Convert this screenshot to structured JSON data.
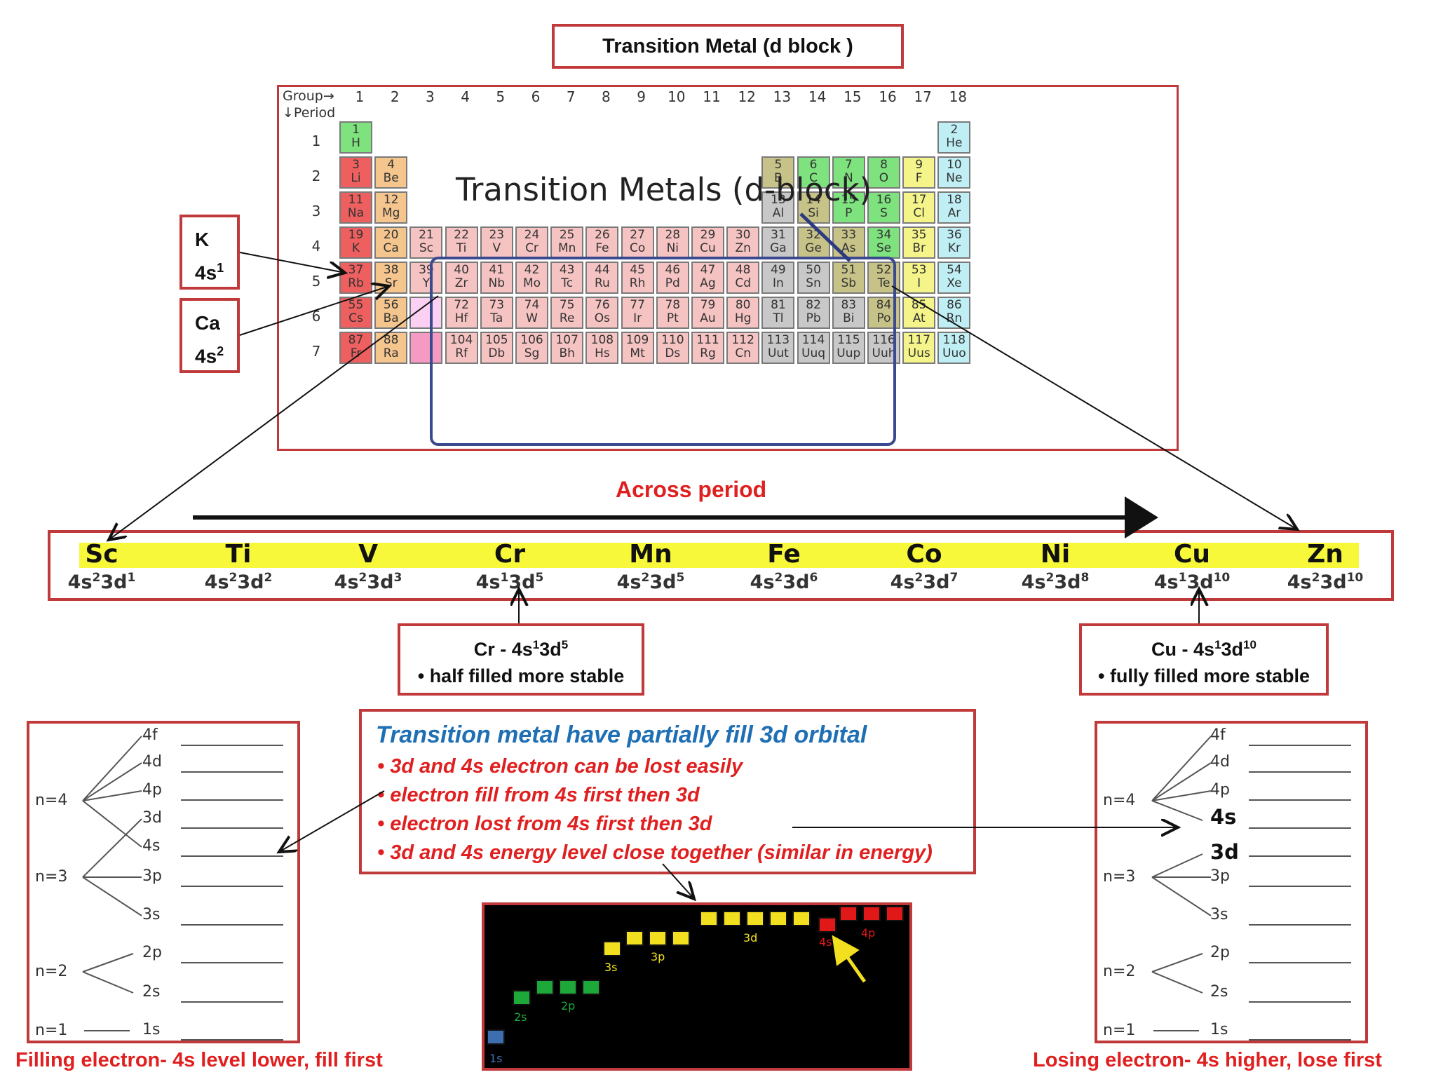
{
  "title": "Transition Metal (d block )",
  "periodic_table": {
    "group_label": "Group→",
    "period_label": "↓Period",
    "groups": [
      "1",
      "2",
      "3",
      "4",
      "5",
      "6",
      "7",
      "8",
      "9",
      "10",
      "11",
      "12",
      "13",
      "14",
      "15",
      "16",
      "17",
      "18"
    ],
    "periods": [
      "1",
      "2",
      "3",
      "4",
      "5",
      "6",
      "7"
    ],
    "overlay_label": "Transition Metals (d-block)",
    "colors": {
      "alkali": "#ee5f5f",
      "alkaline": "#f5c58e",
      "transition": "#f6c3c3",
      "lanthanide": "#fbd0f2",
      "actinide": "#f59ac3",
      "poor": "#c8c8c8",
      "metalloid": "#c7c287",
      "nonmetal": "#7ee27e",
      "halogen": "#f4f48a",
      "noble": "#bfeff5"
    },
    "elements": [
      {
        "n": "1",
        "s": "H",
        "g": 1,
        "p": 1,
        "c": "nonmetal"
      },
      {
        "n": "2",
        "s": "He",
        "g": 18,
        "p": 1,
        "c": "noble"
      },
      {
        "n": "3",
        "s": "Li",
        "g": 1,
        "p": 2,
        "c": "alkali"
      },
      {
        "n": "4",
        "s": "Be",
        "g": 2,
        "p": 2,
        "c": "alkaline"
      },
      {
        "n": "5",
        "s": "B",
        "g": 13,
        "p": 2,
        "c": "metalloid"
      },
      {
        "n": "6",
        "s": "C",
        "g": 14,
        "p": 2,
        "c": "nonmetal"
      },
      {
        "n": "7",
        "s": "N",
        "g": 15,
        "p": 2,
        "c": "nonmetal"
      },
      {
        "n": "8",
        "s": "O",
        "g": 16,
        "p": 2,
        "c": "nonmetal"
      },
      {
        "n": "9",
        "s": "F",
        "g": 17,
        "p": 2,
        "c": "halogen"
      },
      {
        "n": "10",
        "s": "Ne",
        "g": 18,
        "p": 2,
        "c": "noble"
      },
      {
        "n": "11",
        "s": "Na",
        "g": 1,
        "p": 3,
        "c": "alkali"
      },
      {
        "n": "12",
        "s": "Mg",
        "g": 2,
        "p": 3,
        "c": "alkaline"
      },
      {
        "n": "13",
        "s": "Al",
        "g": 13,
        "p": 3,
        "c": "poor"
      },
      {
        "n": "14",
        "s": "Si",
        "g": 14,
        "p": 3,
        "c": "metalloid"
      },
      {
        "n": "15",
        "s": "P",
        "g": 15,
        "p": 3,
        "c": "nonmetal"
      },
      {
        "n": "16",
        "s": "S",
        "g": 16,
        "p": 3,
        "c": "nonmetal"
      },
      {
        "n": "17",
        "s": "Cl",
        "g": 17,
        "p": 3,
        "c": "halogen"
      },
      {
        "n": "18",
        "s": "Ar",
        "g": 18,
        "p": 3,
        "c": "noble"
      },
      {
        "n": "19",
        "s": "K",
        "g": 1,
        "p": 4,
        "c": "alkali"
      },
      {
        "n": "20",
        "s": "Ca",
        "g": 2,
        "p": 4,
        "c": "alkaline"
      },
      {
        "n": "21",
        "s": "Sc",
        "g": 3,
        "p": 4,
        "c": "transition"
      },
      {
        "n": "22",
        "s": "Ti",
        "g": 4,
        "p": 4,
        "c": "transition"
      },
      {
        "n": "23",
        "s": "V",
        "g": 5,
        "p": 4,
        "c": "transition"
      },
      {
        "n": "24",
        "s": "Cr",
        "g": 6,
        "p": 4,
        "c": "transition"
      },
      {
        "n": "25",
        "s": "Mn",
        "g": 7,
        "p": 4,
        "c": "transition"
      },
      {
        "n": "26",
        "s": "Fe",
        "g": 8,
        "p": 4,
        "c": "transition"
      },
      {
        "n": "27",
        "s": "Co",
        "g": 9,
        "p": 4,
        "c": "transition"
      },
      {
        "n": "28",
        "s": "Ni",
        "g": 10,
        "p": 4,
        "c": "transition"
      },
      {
        "n": "29",
        "s": "Cu",
        "g": 11,
        "p": 4,
        "c": "transition"
      },
      {
        "n": "30",
        "s": "Zn",
        "g": 12,
        "p": 4,
        "c": "transition"
      },
      {
        "n": "31",
        "s": "Ga",
        "g": 13,
        "p": 4,
        "c": "poor"
      },
      {
        "n": "32",
        "s": "Ge",
        "g": 14,
        "p": 4,
        "c": "metalloid"
      },
      {
        "n": "33",
        "s": "As",
        "g": 15,
        "p": 4,
        "c": "metalloid"
      },
      {
        "n": "34",
        "s": "Se",
        "g": 16,
        "p": 4,
        "c": "nonmetal"
      },
      {
        "n": "35",
        "s": "Br",
        "g": 17,
        "p": 4,
        "c": "halogen"
      },
      {
        "n": "36",
        "s": "Kr",
        "g": 18,
        "p": 4,
        "c": "noble"
      },
      {
        "n": "37",
        "s": "Rb",
        "g": 1,
        "p": 5,
        "c": "alkali"
      },
      {
        "n": "38",
        "s": "Sr",
        "g": 2,
        "p": 5,
        "c": "alkaline"
      },
      {
        "n": "39",
        "s": "Y",
        "g": 3,
        "p": 5,
        "c": "transition"
      },
      {
        "n": "40",
        "s": "Zr",
        "g": 4,
        "p": 5,
        "c": "transition"
      },
      {
        "n": "41",
        "s": "Nb",
        "g": 5,
        "p": 5,
        "c": "transition"
      },
      {
        "n": "42",
        "s": "Mo",
        "g": 6,
        "p": 5,
        "c": "transition"
      },
      {
        "n": "43",
        "s": "Tc",
        "g": 7,
        "p": 5,
        "c": "transition"
      },
      {
        "n": "44",
        "s": "Ru",
        "g": 8,
        "p": 5,
        "c": "transition"
      },
      {
        "n": "45",
        "s": "Rh",
        "g": 9,
        "p": 5,
        "c": "transition"
      },
      {
        "n": "46",
        "s": "Pd",
        "g": 10,
        "p": 5,
        "c": "transition"
      },
      {
        "n": "47",
        "s": "Ag",
        "g": 11,
        "p": 5,
        "c": "transition"
      },
      {
        "n": "48",
        "s": "Cd",
        "g": 12,
        "p": 5,
        "c": "transition"
      },
      {
        "n": "49",
        "s": "In",
        "g": 13,
        "p": 5,
        "c": "poor"
      },
      {
        "n": "50",
        "s": "Sn",
        "g": 14,
        "p": 5,
        "c": "poor"
      },
      {
        "n": "51",
        "s": "Sb",
        "g": 15,
        "p": 5,
        "c": "metalloid"
      },
      {
        "n": "52",
        "s": "Te",
        "g": 16,
        "p": 5,
        "c": "metalloid"
      },
      {
        "n": "53",
        "s": "I",
        "g": 17,
        "p": 5,
        "c": "halogen"
      },
      {
        "n": "54",
        "s": "Xe",
        "g": 18,
        "p": 5,
        "c": "noble"
      },
      {
        "n": "55",
        "s": "Cs",
        "g": 1,
        "p": 6,
        "c": "alkali"
      },
      {
        "n": "56",
        "s": "Ba",
        "g": 2,
        "p": 6,
        "c": "alkaline"
      },
      {
        "n": "",
        "s": "",
        "g": 3,
        "p": 6,
        "c": "lanthanide"
      },
      {
        "n": "72",
        "s": "Hf",
        "g": 4,
        "p": 6,
        "c": "transition"
      },
      {
        "n": "73",
        "s": "Ta",
        "g": 5,
        "p": 6,
        "c": "transition"
      },
      {
        "n": "74",
        "s": "W",
        "g": 6,
        "p": 6,
        "c": "transition"
      },
      {
        "n": "75",
        "s": "Re",
        "g": 7,
        "p": 6,
        "c": "transition"
      },
      {
        "n": "76",
        "s": "Os",
        "g": 8,
        "p": 6,
        "c": "transition"
      },
      {
        "n": "77",
        "s": "Ir",
        "g": 9,
        "p": 6,
        "c": "transition"
      },
      {
        "n": "78",
        "s": "Pt",
        "g": 10,
        "p": 6,
        "c": "transition"
      },
      {
        "n": "79",
        "s": "Au",
        "g": 11,
        "p": 6,
        "c": "transition"
      },
      {
        "n": "80",
        "s": "Hg",
        "g": 12,
        "p": 6,
        "c": "transition"
      },
      {
        "n": "81",
        "s": "Tl",
        "g": 13,
        "p": 6,
        "c": "poor"
      },
      {
        "n": "82",
        "s": "Pb",
        "g": 14,
        "p": 6,
        "c": "poor"
      },
      {
        "n": "83",
        "s": "Bi",
        "g": 15,
        "p": 6,
        "c": "poor"
      },
      {
        "n": "84",
        "s": "Po",
        "g": 16,
        "p": 6,
        "c": "metalloid"
      },
      {
        "n": "85",
        "s": "At",
        "g": 17,
        "p": 6,
        "c": "halogen"
      },
      {
        "n": "86",
        "s": "Rn",
        "g": 18,
        "p": 6,
        "c": "noble"
      },
      {
        "n": "87",
        "s": "Fr",
        "g": 1,
        "p": 7,
        "c": "alkali"
      },
      {
        "n": "88",
        "s": "Ra",
        "g": 2,
        "p": 7,
        "c": "alkaline"
      },
      {
        "n": "",
        "s": "",
        "g": 3,
        "p": 7,
        "c": "actinide"
      },
      {
        "n": "104",
        "s": "Rf",
        "g": 4,
        "p": 7,
        "c": "transition"
      },
      {
        "n": "105",
        "s": "Db",
        "g": 5,
        "p": 7,
        "c": "transition"
      },
      {
        "n": "106",
        "s": "Sg",
        "g": 6,
        "p": 7,
        "c": "transition"
      },
      {
        "n": "107",
        "s": "Bh",
        "g": 7,
        "p": 7,
        "c": "transition"
      },
      {
        "n": "108",
        "s": "Hs",
        "g": 8,
        "p": 7,
        "c": "transition"
      },
      {
        "n": "109",
        "s": "Mt",
        "g": 9,
        "p": 7,
        "c": "transition"
      },
      {
        "n": "110",
        "s": "Ds",
        "g": 10,
        "p": 7,
        "c": "transition"
      },
      {
        "n": "111",
        "s": "Rg",
        "g": 11,
        "p": 7,
        "c": "transition"
      },
      {
        "n": "112",
        "s": "Cn",
        "g": 12,
        "p": 7,
        "c": "transition"
      },
      {
        "n": "113",
        "s": "Uut",
        "g": 13,
        "p": 7,
        "c": "poor"
      },
      {
        "n": "114",
        "s": "Uuq",
        "g": 14,
        "p": 7,
        "c": "poor"
      },
      {
        "n": "115",
        "s": "Uup",
        "g": 15,
        "p": 7,
        "c": "poor"
      },
      {
        "n": "116",
        "s": "Uuh",
        "g": 16,
        "p": 7,
        "c": "poor"
      },
      {
        "n": "117",
        "s": "Uus",
        "g": 17,
        "p": 7,
        "c": "halogen"
      },
      {
        "n": "118",
        "s": "Uuo",
        "g": 18,
        "p": 7,
        "c": "noble"
      }
    ]
  },
  "k_box": {
    "sym": "K",
    "conf": "4s",
    "sup": "1"
  },
  "ca_box": {
    "sym": "Ca",
    "conf": "4s",
    "sup": "2"
  },
  "across_label": "Across period",
  "series": [
    {
      "sym": "Sc",
      "conf": [
        "4s",
        "2",
        "3d",
        "1"
      ]
    },
    {
      "sym": "Ti",
      "conf": [
        "4s",
        "2",
        "3d",
        "2"
      ]
    },
    {
      "sym": "V",
      "conf": [
        "4s",
        "2",
        "3d",
        "3"
      ]
    },
    {
      "sym": "Cr",
      "conf": [
        "4s",
        "1",
        "3d",
        "5"
      ]
    },
    {
      "sym": "Mn",
      "conf": [
        "4s",
        "2",
        "3d",
        "5"
      ]
    },
    {
      "sym": "Fe",
      "conf": [
        "4s",
        "2",
        "3d",
        "6"
      ]
    },
    {
      "sym": "Co",
      "conf": [
        "4s",
        "2",
        "3d",
        "7"
      ]
    },
    {
      "sym": "Ni",
      "conf": [
        "4s",
        "2",
        "3d",
        "8"
      ]
    },
    {
      "sym": "Cu",
      "conf": [
        "4s",
        "1",
        "3d",
        "10"
      ]
    },
    {
      "sym": "Zn",
      "conf": [
        "4s",
        "2",
        "3d",
        "10"
      ]
    }
  ],
  "cr_note": {
    "head": "Cr - 4s",
    "s1": "1",
    "mid": "3d",
    "s2": "5",
    "text": "• half filled more stable"
  },
  "cu_note": {
    "head": "Cu - 4s",
    "s1": "1",
    "mid": "3d",
    "s2": "10",
    "text": "• fully filled more stable"
  },
  "center_box": {
    "title": "Transition metal have partially fill 3d orbital",
    "items": [
      "• 3d and 4s electron can be lost easily",
      "• electron fill from 4s first then 3d",
      "• electron lost from 4s  first then 3d",
      "•  3d and 4s energy level close together (similar in energy)"
    ]
  },
  "left_levels": {
    "n_labels": [
      "n=4",
      "n=3",
      "n=2",
      "n=1"
    ],
    "sub": [
      "4f",
      "4d",
      "4p",
      "3d",
      "4s",
      "3p",
      "3s",
      "2p",
      "2s",
      "1s"
    ]
  },
  "right_levels": {
    "n_labels": [
      "n=4",
      "n=3",
      "n=2",
      "n=1"
    ],
    "sub": [
      "4f",
      "4d",
      "4p",
      "4s",
      "3d",
      "3p",
      "3s",
      "2p",
      "2s",
      "1s"
    ]
  },
  "left_caption": "Filling electron- 4s level lower, fill first",
  "right_caption": "Losing electron- 4s higher, lose first",
  "aufbau": {
    "labels": [
      "1s",
      "2s",
      "2p",
      "3s",
      "3p",
      "3d",
      "4s",
      "4p"
    ],
    "colors": {
      "1s": "#3d6fb0",
      "2": "#1fa83a",
      "3": "#f2e020",
      "4": "#e01818",
      "arrow": "#f2e020"
    }
  }
}
